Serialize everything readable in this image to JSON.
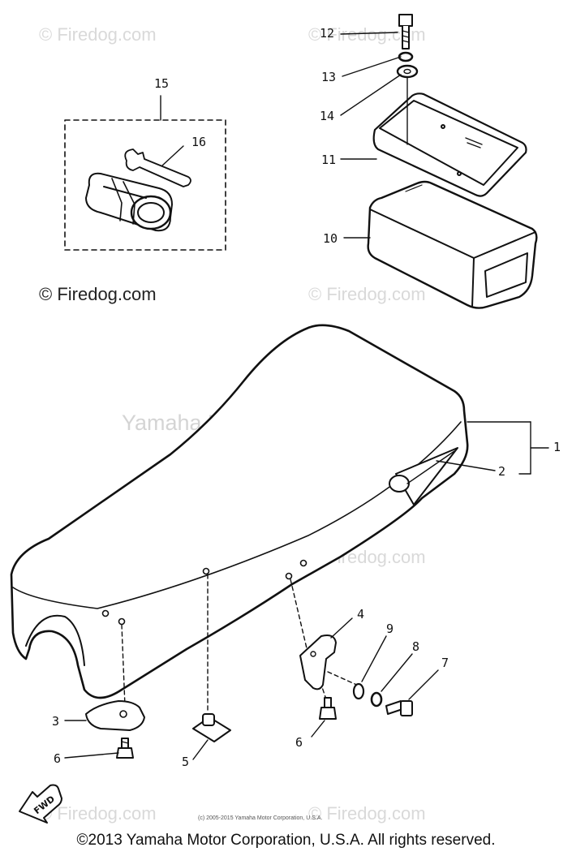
{
  "watermarks": {
    "firedog": "© Firedog.com",
    "yamaha": "Yamaha Motor Corp, U.S.A."
  },
  "callouts": {
    "c1": "1",
    "c2": "2",
    "c3": "3",
    "c4": "4",
    "c5": "5",
    "c6a": "6",
    "c6b": "6",
    "c7": "7",
    "c8": "8",
    "c9": "9",
    "c10": "10",
    "c11": "11",
    "c12": "12",
    "c13": "13",
    "c14": "14",
    "c15": "15",
    "c16": "16"
  },
  "fwd_label": "FWD",
  "small_copyright": "(c) 2005-2015 Yamaha Motor Corporation, U.S.A.",
  "footer": "©2013 Yamaha Motor Corporation, U.S.A. All rights reserved."
}
